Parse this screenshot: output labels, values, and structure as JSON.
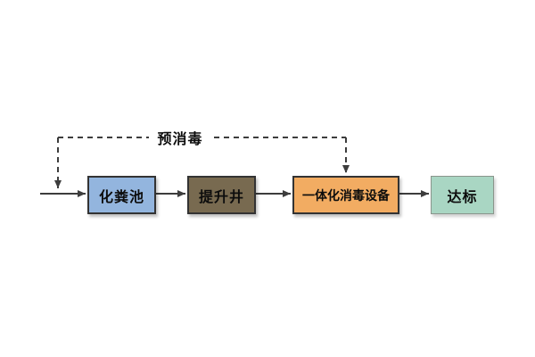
{
  "diagram": {
    "background": "#ffffff",
    "line_color": "#3d3d3d",
    "pre_disinfection": {
      "label": "预消毒"
    },
    "nodes": [
      {
        "id": "septic-tank",
        "label": "化粪池",
        "fill": "#93b5de",
        "border": "#333333"
      },
      {
        "id": "lift-well",
        "label": "提升井",
        "fill": "#786a50",
        "border": "#333333"
      },
      {
        "id": "integrated-disinfection-equipment",
        "label": "一体化消毒设备",
        "fill": "#f2ac62",
        "border": "#333333"
      },
      {
        "id": "compliant-discharge",
        "label": "达标",
        "fill": "#a9d6c3",
        "border": "#8a958c"
      }
    ]
  }
}
